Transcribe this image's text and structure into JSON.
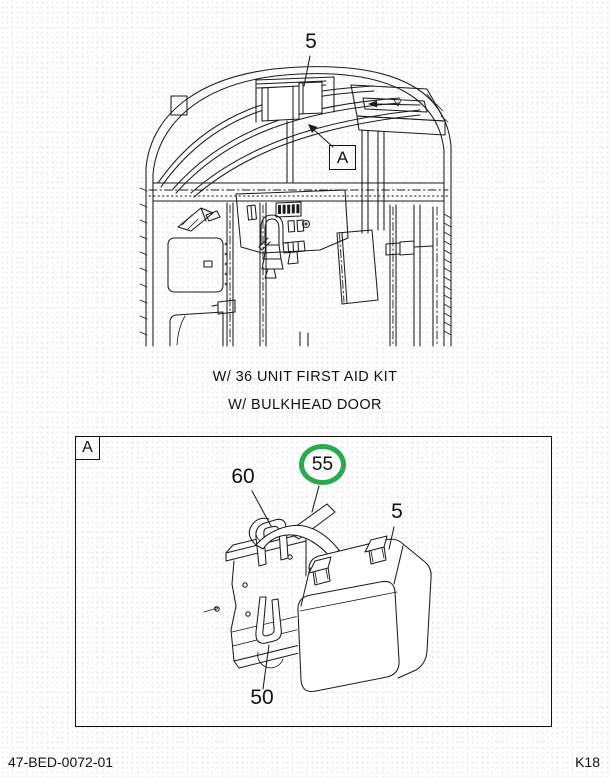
{
  "overview": {
    "callout_5": "5",
    "detail_ref_label": "A"
  },
  "captions": {
    "line1": "W/ 36 UNIT FIRST AID KIT",
    "line2": "W/ BULKHEAD DOOR"
  },
  "detail": {
    "corner_label": "A",
    "callout_60": "60",
    "callout_55": "55",
    "callout_5": "5",
    "callout_50": "50",
    "highlight_color": "#2baa4d"
  },
  "footer": {
    "doc_number": "47-BED-0072-01",
    "page_code": "K18"
  }
}
